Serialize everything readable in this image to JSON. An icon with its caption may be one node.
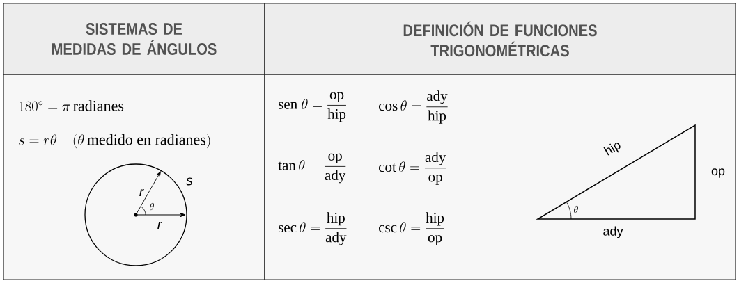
{
  "diagram": {
    "nodes": [
      {
        "text": [
          "SISTEMAS DE MEDIDAS DE ÁNGULOS"
        ]
      },
      {
        "text": [
          "DEFINICIÓN DE FUNCIONES TRIGONOMÉTRICAS"
        ]
      }
    ],
    "labels": [
      "180^\\circ = \\pi\\,\\text{radianes}",
      "s = r\\theta\\quad(\\theta\\,\\text{medido en radianes})",
      "s",
      "r",
      "\\theta",
      "r",
      "\\mathrm{sen}\\ \\theta = \\dfrac{\\mathrm{op}}{\\mathrm{hip}}",
      "\\cos\\theta = \\dfrac{\\mathrm{ady}}{\\mathrm{hip}}",
      "\\tan\\theta = \\dfrac{\\mathrm{op}}{\\mathrm{ady}}",
      "\\cot\\theta = \\dfrac{\\mathrm{ady}}{\\mathrm{op}}",
      "\\sec\\theta = \\dfrac{\\mathrm{hip}}{\\mathrm{ady}}",
      "\\csc\\theta = \\dfrac{\\mathrm{hip}}{\\mathrm{op}}",
      "hip",
      "op",
      "\\theta",
      "ady"
    ]
  }
}
